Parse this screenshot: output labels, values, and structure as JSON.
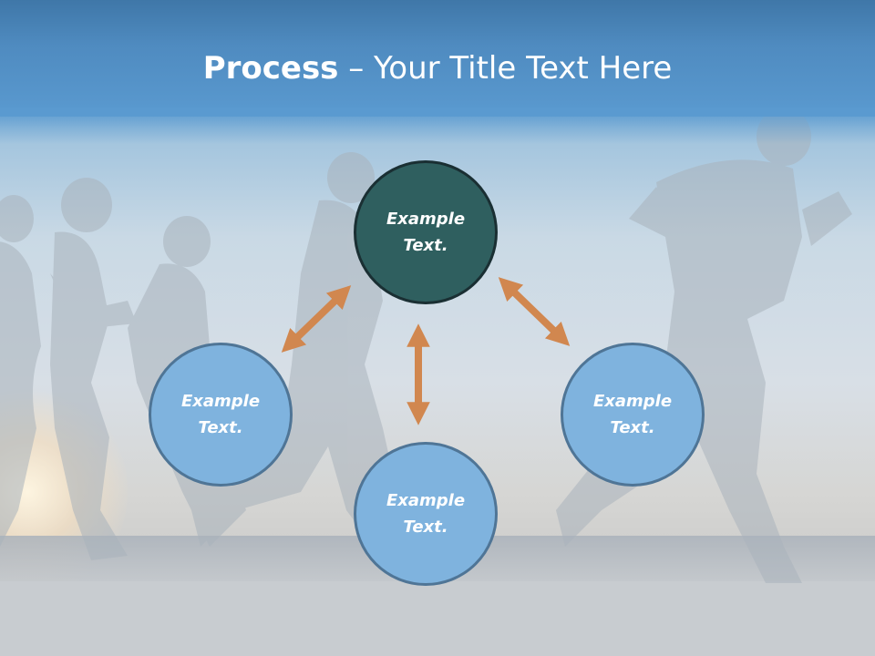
{
  "slide": {
    "title_bold": "Process",
    "title_rest": " – Your Title Text Here"
  },
  "diagram": {
    "nodes": [
      {
        "id": "top",
        "label": "Example Text."
      },
      {
        "id": "left",
        "label": "Example Text."
      },
      {
        "id": "right",
        "label": "Example Text."
      },
      {
        "id": "bottom",
        "label": "Example Text."
      }
    ],
    "arrow_color": "#d1874f",
    "main_node_color": "#2f5f5f",
    "sub_node_color": "#7fb3de"
  }
}
